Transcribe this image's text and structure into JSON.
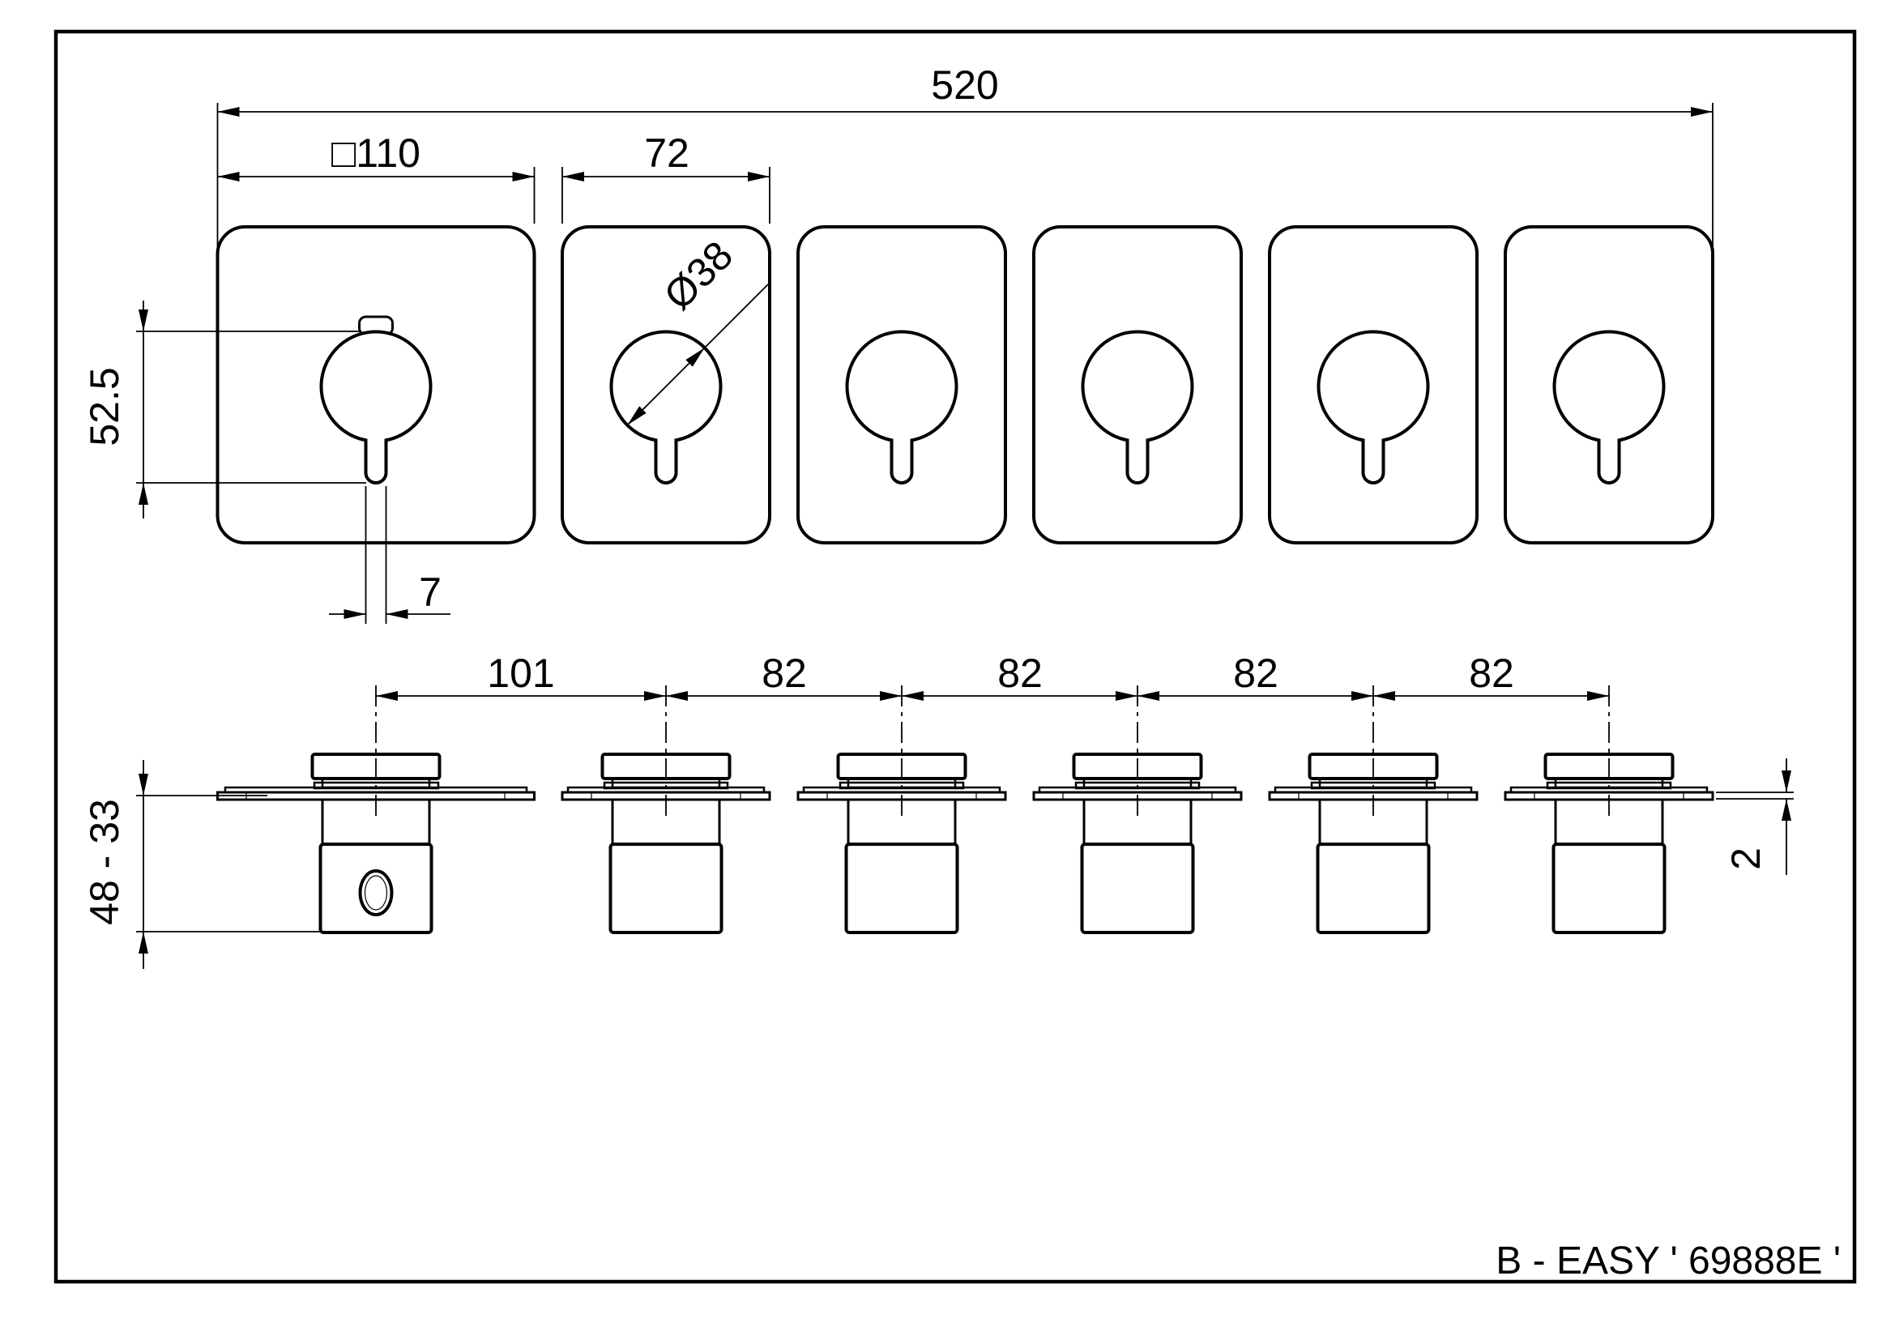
{
  "drawing": {
    "model_label": "B - EASY ' 69888E '",
    "line_color": "#000000",
    "background_color": "#ffffff",
    "front_view": {
      "overall_width_label": "520",
      "square_plate_label": "□110",
      "small_plate_width_label": "72",
      "knob_diameter_label": "Ø38",
      "handle_span_label": "52.5",
      "stem_width_label": "7"
    },
    "side_view": {
      "spacing_labels": [
        "101",
        "82",
        "82",
        "82",
        "82"
      ],
      "depth_range_label": "48 - 33",
      "plate_thickness_label": "2"
    }
  }
}
